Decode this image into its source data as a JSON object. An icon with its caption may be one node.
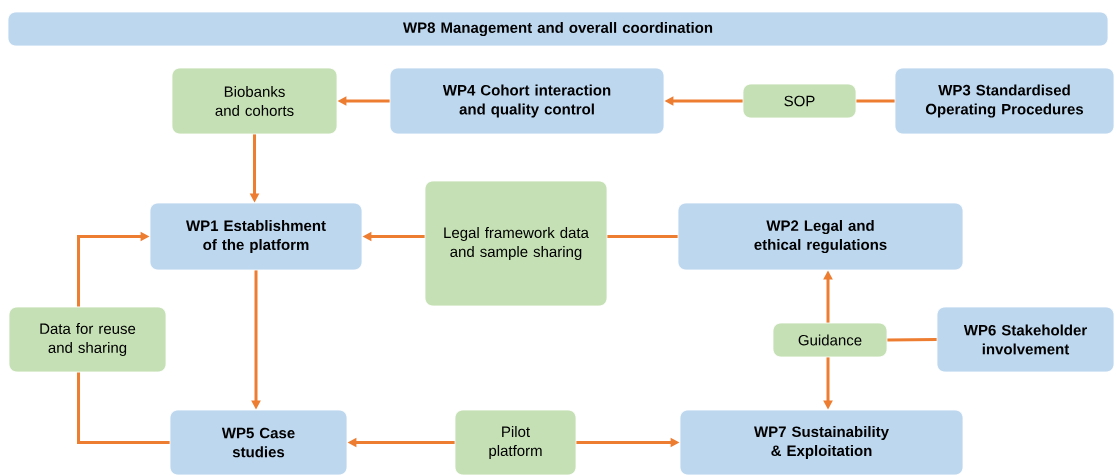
{
  "diagram": {
    "nodes": [
      {
        "text": [
          "WP8 Management and overall coordination"
        ]
      },
      {
        "text": [
          "Biobanks and cohorts"
        ]
      },
      {
        "text": [
          "WP4 Cohort interaction and quality control"
        ]
      },
      {
        "text": [
          "SOP"
        ]
      },
      {
        "text": [
          "WP3 Standardised Operating Procedures"
        ]
      },
      {
        "text": [
          "WP1 Establishment of the platform"
        ]
      },
      {
        "text": [
          "Legal framework data and sample sharing"
        ]
      },
      {
        "text": [
          "WP2 Legal and ethical regulations"
        ]
      },
      {
        "text": [
          "Data for reuse and sharing"
        ]
      },
      {
        "text": [
          "Guidance"
        ]
      },
      {
        "text": [
          "WP6 Stakeholder involvement"
        ]
      },
      {
        "text": [
          "WP5 Case studies"
        ]
      },
      {
        "text": [
          "Pilot platform"
        ]
      },
      {
        "text": [
          "WP7 Sustainability & Exploitation"
        ]
      }
    ],
    "edges": [
      {
        "from": 4,
        "to": 3,
        "arrow": "none"
      },
      {
        "from": 3,
        "to": 2,
        "arrow": "to"
      },
      {
        "from": 2,
        "to": 1,
        "arrow": "to"
      },
      {
        "from": 1,
        "to": 5,
        "arrow": "to"
      },
      {
        "from": 7,
        "to": 6,
        "arrow": "none"
      },
      {
        "from": 6,
        "to": 5,
        "arrow": "to"
      },
      {
        "from": 5,
        "to": 11,
        "arrow": "to"
      },
      {
        "from": 11,
        "to": 8,
        "arrow": "none"
      },
      {
        "from": 8,
        "to": 5,
        "arrow": "to"
      },
      {
        "from": 12,
        "to": 11,
        "arrow": "to"
      },
      {
        "from": 12,
        "to": 13,
        "arrow": "to"
      },
      {
        "from": 10,
        "to": 9,
        "arrow": "none"
      },
      {
        "from": 9,
        "to": 7,
        "arrow": "to"
      },
      {
        "from": 9,
        "to": 13,
        "arrow": "to"
      }
    ]
  }
}
